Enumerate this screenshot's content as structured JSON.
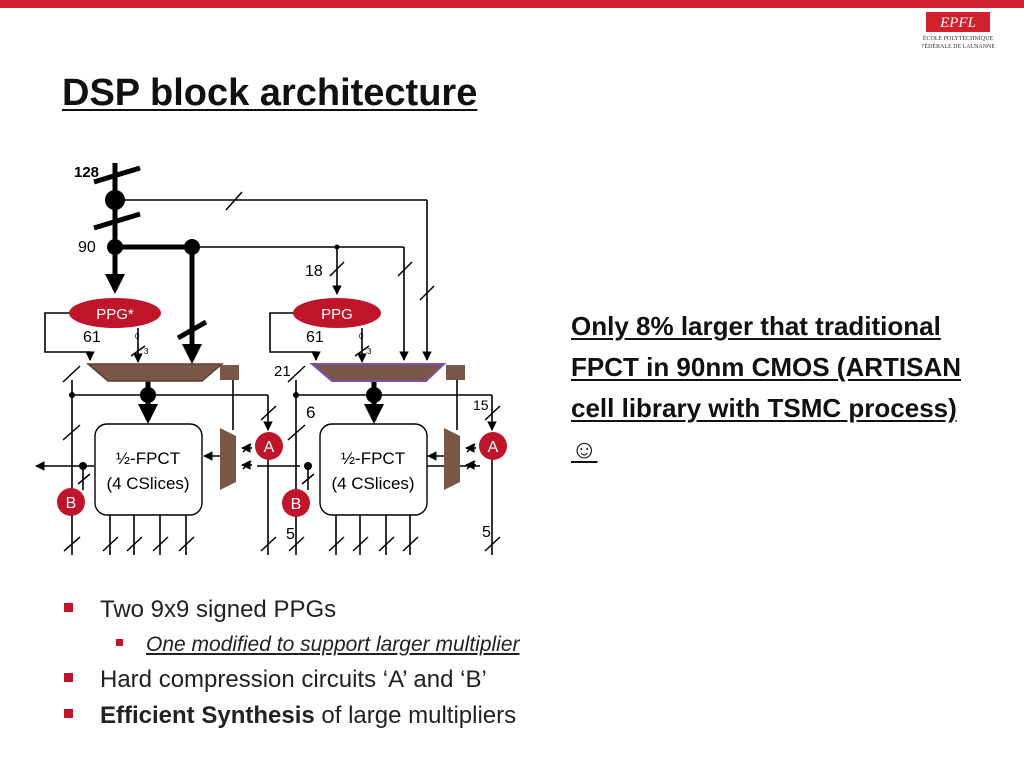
{
  "slide": {
    "title": "DSP block architecture",
    "logo": {
      "name": "EPFL",
      "line1": "ÉCOLE POLYTECHNIQUE",
      "line2": "FÉDÉRALE DE LAUSANNE"
    },
    "callout": "Only 8% larger that traditional FPCT in 90nm CMOS (ARTISAN cell library with TSMC process) ☺",
    "bullets": [
      {
        "text": "Two 9x9 signed PPGs"
      },
      {
        "text": "One modified to support larger multiplier",
        "level": 2
      },
      {
        "text": "Hard compression circuits ‘A’ and ‘B’"
      },
      {
        "bold": "Efficient Synthesis",
        "rest": " of large multipliers"
      }
    ]
  },
  "diagram": {
    "bus_labels": {
      "input": "128",
      "split": "90",
      "right_in": "18",
      "left_out": "61",
      "right_out": "61",
      "sel0": "0",
      "sel3": "3",
      "cross": "21",
      "mid": "6",
      "a_in": "15",
      "out_mid": "5",
      "out_right": "5"
    },
    "ppg_left": "PPG*",
    "ppg_right": "PPG",
    "fpct_left": {
      "line1": "½-FPCT",
      "line2": "(4 CSlices)"
    },
    "fpct_right": {
      "line1": "½-FPCT",
      "line2": "(4 CSlices)"
    },
    "a_left": "A",
    "a_right": "A",
    "b_left": "B",
    "b_right": "B",
    "colors": {
      "ppg": "#c0142a",
      "mux": "#7a5646",
      "mux_stroke": "#5e3f33",
      "wire": "#000000",
      "accent": "#d2202f"
    }
  }
}
